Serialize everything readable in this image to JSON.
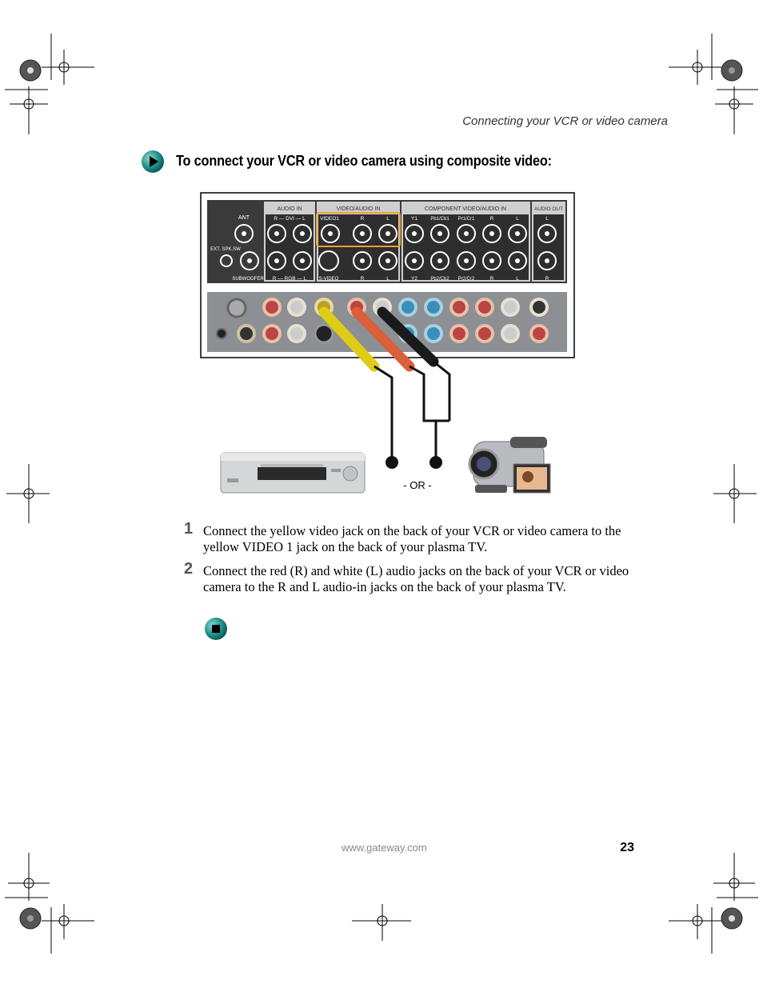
{
  "header": {
    "running_title": "Connecting your VCR or video camera"
  },
  "section": {
    "heading": "To connect your VCR or video camera using composite video:"
  },
  "panel": {
    "group_labels": {
      "audio_in": "AUDIO IN",
      "video_audio_in": "VIDEO/AUDIO IN",
      "component": "COMPONENT VIDEO/AUDIO IN",
      "audio_out": "AUDIO OUT"
    },
    "labels": {
      "ant": "ANT",
      "ext_spk": "EXT. SPK.SW",
      "subwoofer": "SUBWOOFER",
      "dvi": "R — DVI — L",
      "rgb": "R — RGB — L",
      "video1": "VIDEO1",
      "svideo": "S-VIDEO",
      "r": "R",
      "l": "L",
      "y1": "Y1",
      "pb1": "Pb1/Cb1",
      "pr1": "Pr1/Cr1",
      "y2": "Y2",
      "pb2": "Pb2/Cb2",
      "pr2": "Pr2/Cr2"
    },
    "or_label": "- OR -"
  },
  "steps": [
    {
      "number": "1",
      "text": "Connect the yellow video jack on the back of your VCR or video camera to the yellow VIDEO 1 jack on the back of your plasma TV."
    },
    {
      "number": "2",
      "text": "Connect the red (R) and white (L) audio jacks on the back of your VCR or video camera to the R and L audio-in jacks on the back of your plasma TV."
    }
  ],
  "footer": {
    "url": "www.gateway.com",
    "page_number": "23"
  },
  "icons": {
    "heading": "play-arrow-icon",
    "end": "stop-square-icon"
  },
  "colors": {
    "icon_teal": "#1f8f8a",
    "highlight_orange": "#f0a030",
    "cable_yellow": "#f4e21a",
    "cable_red": "#d9603a",
    "cable_black": "#1a1a1a"
  }
}
